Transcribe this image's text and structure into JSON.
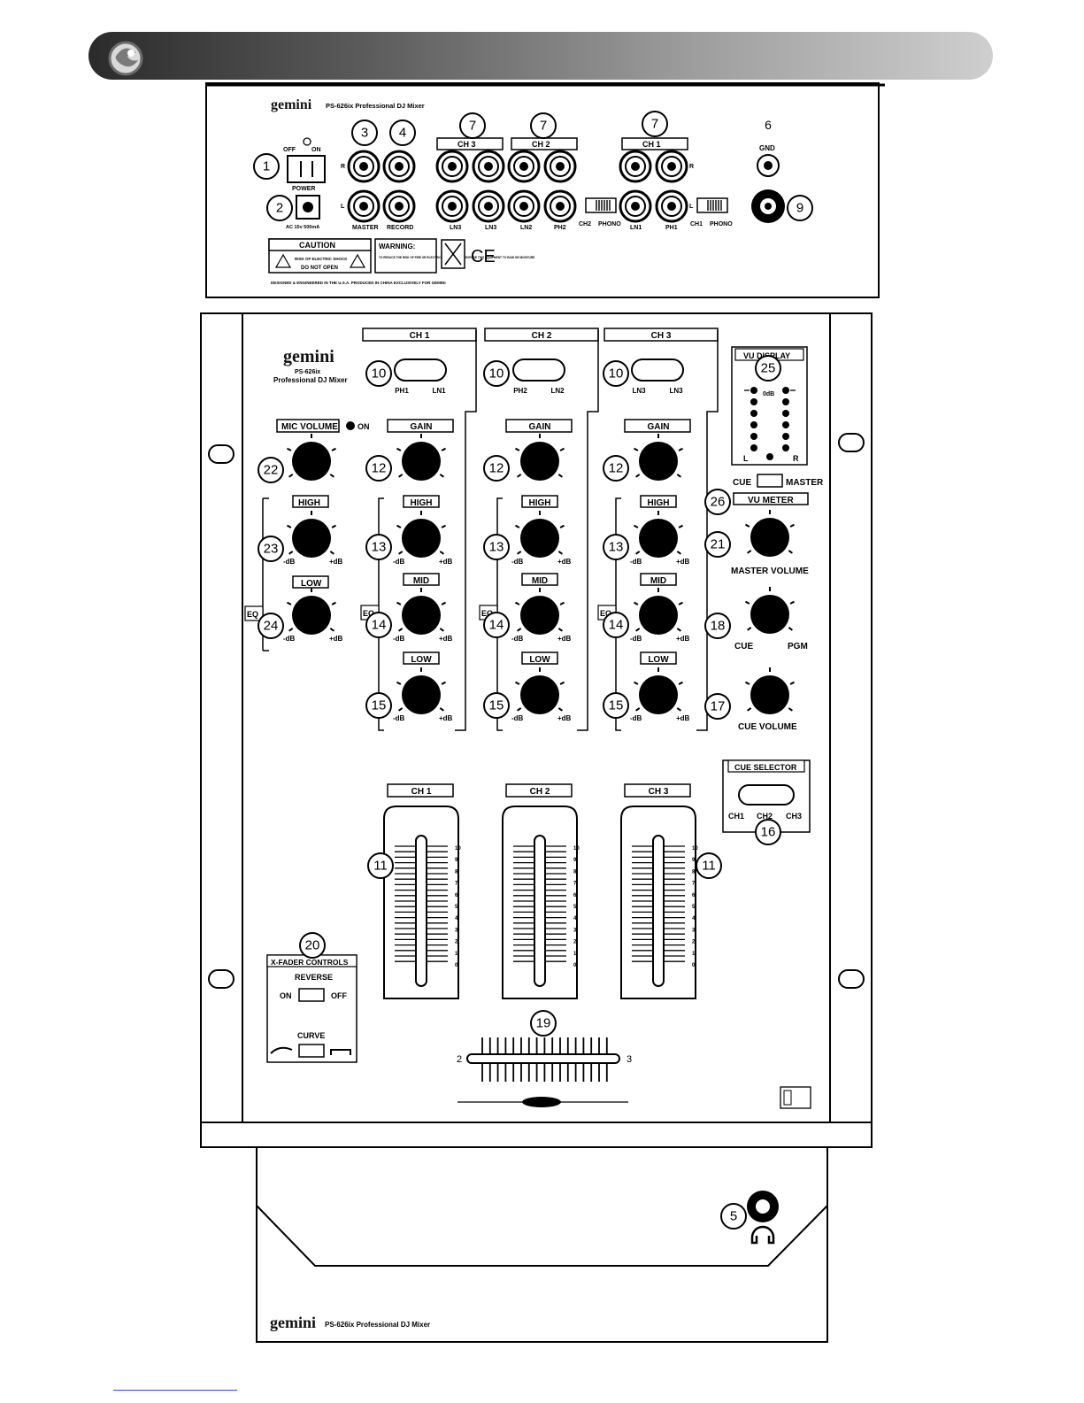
{
  "brand": {
    "logo": "gemini",
    "model_line": "PS-626ix Professional DJ Mixer",
    "model": "PS-626ix",
    "tagline": "Professional DJ Mixer"
  },
  "rear_panel": {
    "power_switch": {
      "off": "OFF",
      "on": "ON"
    },
    "power_label": "POWER",
    "power_rating": "AC 15v 500mA",
    "master": "MASTER",
    "record": "RECORD",
    "ch3_label": "CH 3",
    "ch2_label": "CH 2",
    "ch1_label": "CH 1",
    "r": "R",
    "l": "L",
    "ln3": "LN3",
    "ln3b": "LN3",
    "ln2": "LN2",
    "ph2": "PH2",
    "ln1": "LN1",
    "ph1": "PH1",
    "ch2": "CH2",
    "ch1": "CH1",
    "phono": "PHONO",
    "gnd": "GND",
    "caution": "CAUTION",
    "caution_body": "RISK OF ELECTRIC SHOCK",
    "do_not_open": "DO NOT OPEN",
    "warning": "WARNING:",
    "warning_body": "TO REDUCE THE RISK OF FIRE OR ELECTRIC SHOCK, DO NOT EXPOSE THIS EQUIPMENT TO RAIN OR MOISTURE",
    "ce": "CE",
    "designed": "DESIGNED & ENGINEERED IN THE U.S.A. PRODUCED IN CHINA EXCLUSIVELY FOR GEMINI"
  },
  "top_panel": {
    "ch1": "CH 1",
    "ch2": "CH 2",
    "ch3": "CH 3",
    "ph1": "PH1",
    "ln1": "LN1",
    "ph2": "PH2",
    "ln2": "LN2",
    "ln3": "LN3",
    "ln3b": "LN3",
    "gain": "GAIN",
    "high": "HIGH",
    "mid": "MID",
    "low": "LOW",
    "eq": "EQ",
    "mic_volume": "MIC VOLUME",
    "on": "ON",
    "minus_db": "-dB",
    "plus_db": "+dB",
    "vu_display": "VU DISPLAY",
    "zero_db": "0dB",
    "l": "L",
    "r": "R",
    "cue": "CUE",
    "master": "MASTER",
    "vu_meter": "VU METER",
    "master_volume": "MASTER VOLUME",
    "pgm": "PGM",
    "cue_volume": "CUE VOLUME",
    "cue_selector": "CUE SELECTOR",
    "sel_ch1": "CH1",
    "sel_ch2": "CH2",
    "sel_ch3": "CH3",
    "xfader_controls": "X-FADER CONTROLS",
    "reverse": "REVERSE",
    "off": "OFF",
    "curve": "CURVE",
    "xf_left": "2",
    "xf_right": "3",
    "fader_scale": [
      "10",
      "9",
      "8",
      "7",
      "6",
      "5",
      "4",
      "3",
      "2",
      "1",
      "0"
    ]
  },
  "callouts": [
    "1",
    "2",
    "3",
    "4",
    "5",
    "6",
    "7",
    "9",
    "10",
    "11",
    "12",
    "13",
    "14",
    "15",
    "16",
    "17",
    "18",
    "19",
    "20",
    "21",
    "22",
    "23",
    "24",
    "25",
    "26"
  ]
}
